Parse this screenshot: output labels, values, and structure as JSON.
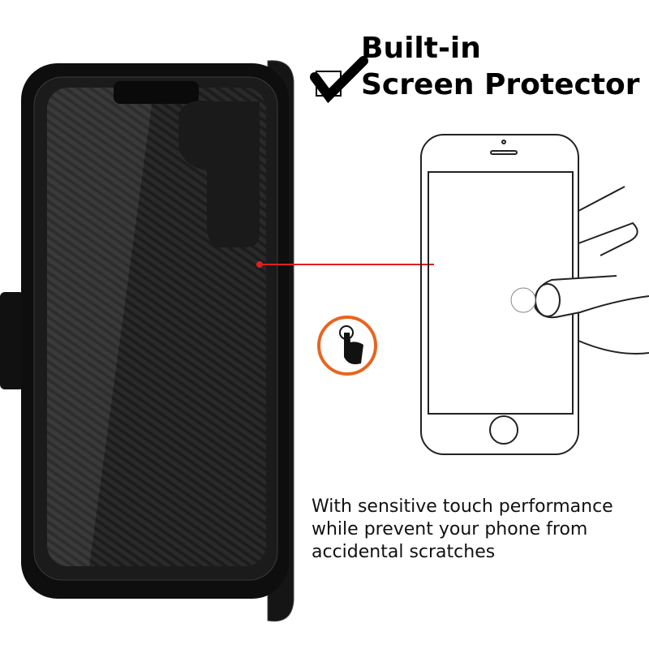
{
  "heading": {
    "line1": "Built-in",
    "line2": "Screen Protector"
  },
  "description": [
    "With sensitive touch performance",
    "while prevent your phone from",
    "accidental scratches"
  ],
  "colors": {
    "pointer": "#e02020",
    "touch_ring": "#e8651f",
    "case": "#1a1a1a"
  }
}
